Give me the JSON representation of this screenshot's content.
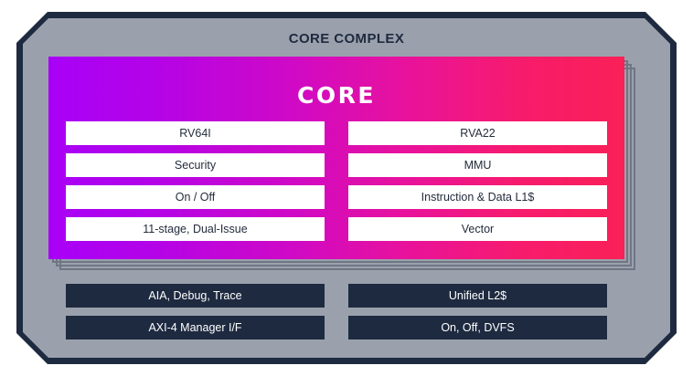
{
  "diagram": {
    "title": "CORE COMPLEX",
    "colors": {
      "frame_border": "#1e2a40",
      "frame_fill": "#9ba1ac",
      "gradient_start": "#a800f7",
      "gradient_end": "#fa2057",
      "pill_fill": "#ffffff",
      "pill_text": "#232c3c",
      "bar_fill": "#1e2a40",
      "bar_text": "#ffffff",
      "ghost_outline": "#6f7684"
    },
    "core_card": {
      "logo": "CORE",
      "stacked_copies": 3,
      "features": [
        {
          "left": "RV64I",
          "right": "RVA22"
        },
        {
          "left": "Security",
          "right": "MMU"
        },
        {
          "left": "On / Off",
          "right": "Instruction & Data L1$"
        },
        {
          "left": "11-stage, Dual-Issue",
          "right": "Vector"
        }
      ]
    },
    "complex_features": [
      {
        "left": "AIA, Debug, Trace",
        "right": "Unified L2$"
      },
      {
        "left": "AXI-4 Manager I/F",
        "right": "On, Off, DVFS"
      }
    ]
  }
}
